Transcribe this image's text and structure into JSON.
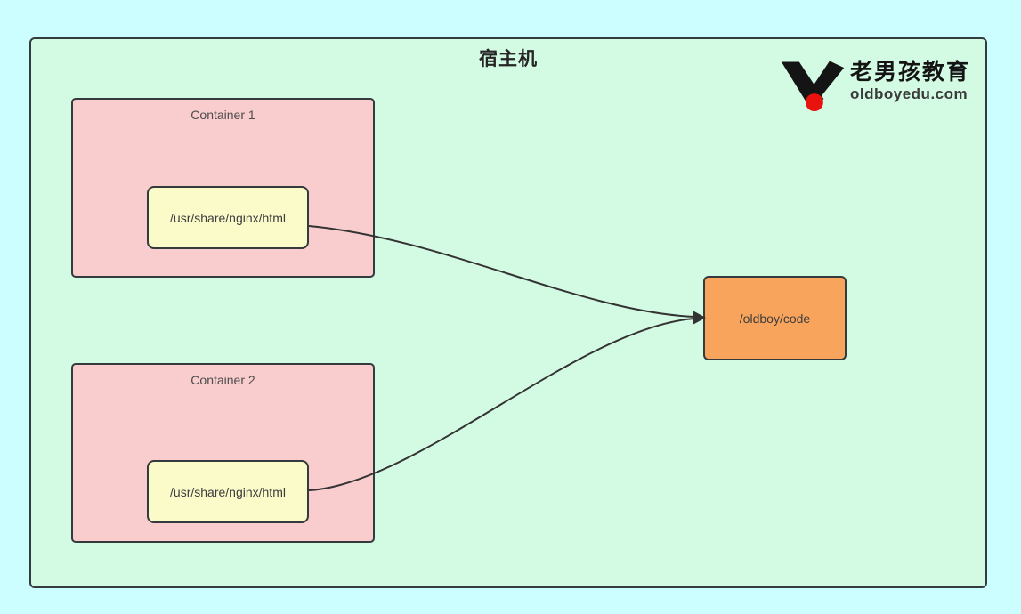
{
  "diagram": {
    "type": "docker-volume-sharing",
    "host": {
      "title": "宿主机"
    },
    "containers": [
      {
        "label": "Container 1",
        "mount_path": "/usr/share/nginx/html"
      },
      {
        "label": "Container 2",
        "mount_path": "/usr/share/nginx/html"
      }
    ],
    "volume": {
      "path": "/oldboy/code"
    },
    "arrows": [
      {
        "from": "container-1-mount",
        "to": "volume"
      },
      {
        "from": "container-2-mount",
        "to": "volume"
      }
    ]
  },
  "logo": {
    "brand": "老男孩教育",
    "domain": "oldboyedu.com",
    "mark": "v-check-with-red-dot"
  },
  "colors": {
    "page_bg": "#ccfeff",
    "host_fill": "#d3fae3",
    "container_fill": "#f9cccd",
    "mount_fill": "#fbfac9",
    "volume_fill": "#f9a45c",
    "border": "#333b3d",
    "arrow": "#333333",
    "logo_red": "#e8120e"
  }
}
